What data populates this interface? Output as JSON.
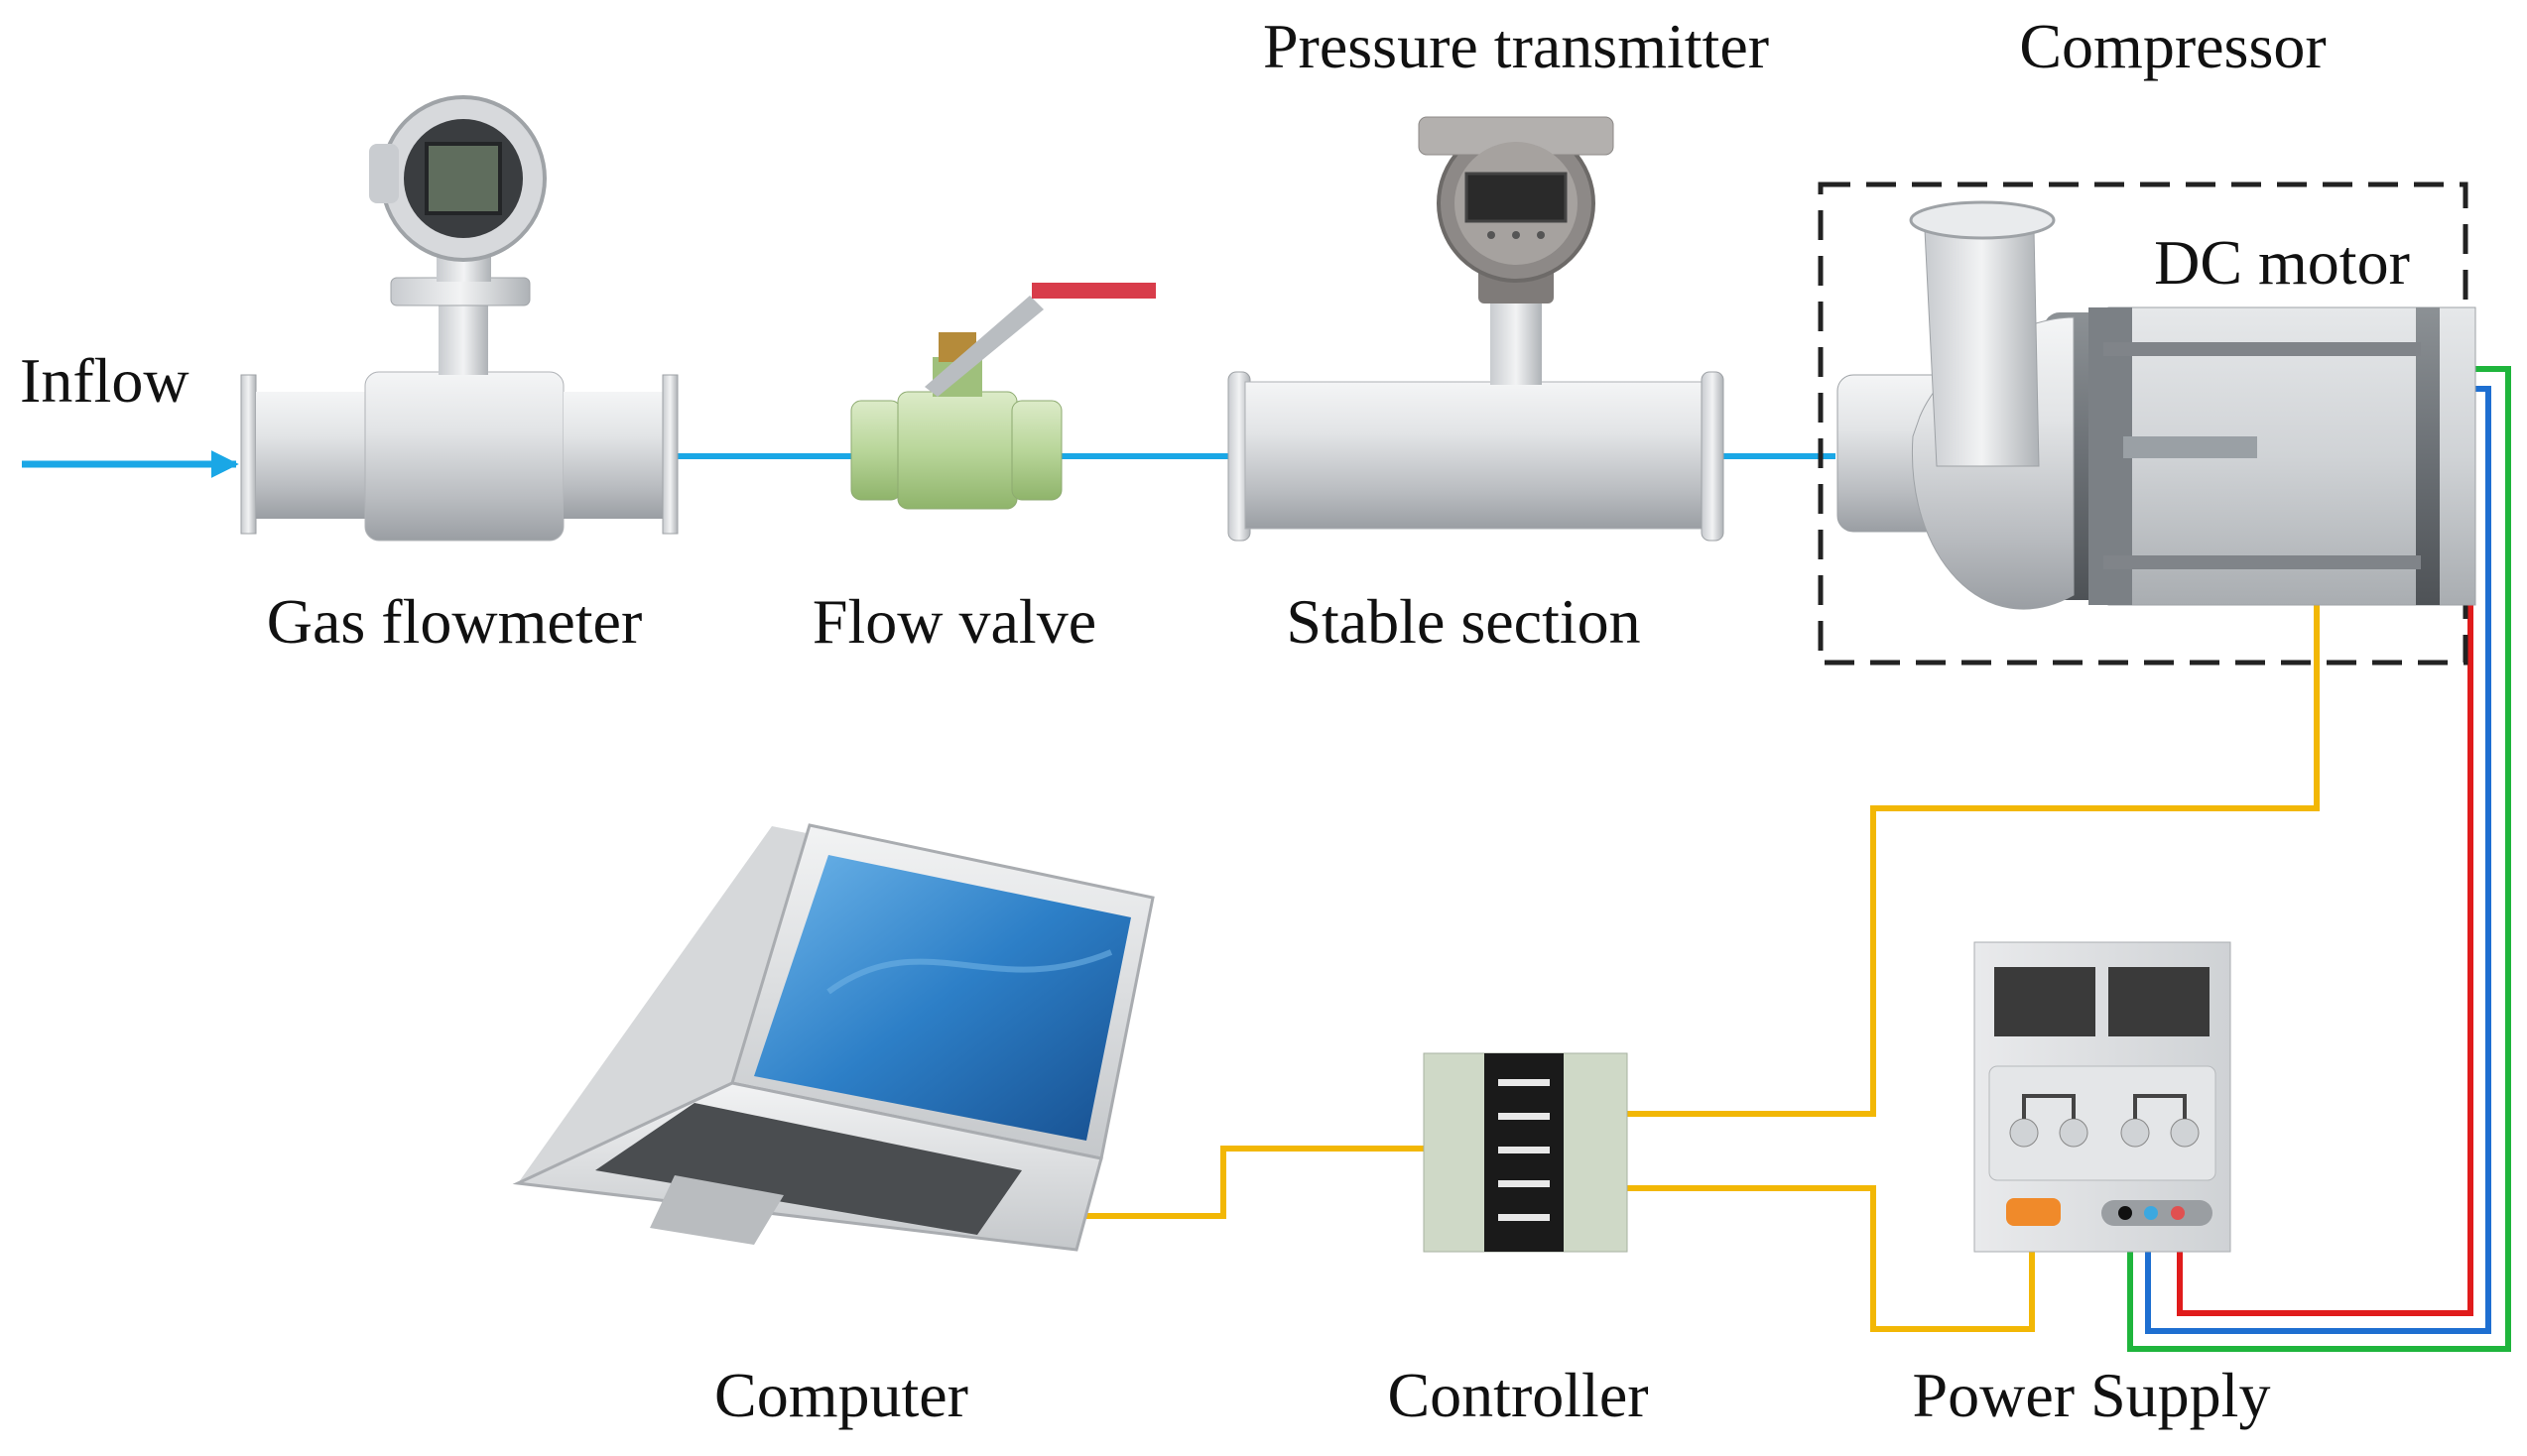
{
  "labels": {
    "inflow": "Inflow",
    "gas_flowmeter": "Gas flowmeter",
    "flow_valve": "Flow valve",
    "pressure_transmitter": "Pressure transmitter",
    "stable_section": "Stable section",
    "compressor": "Compressor",
    "dc_motor": "DC motor",
    "computer": "Computer",
    "controller": "Controller",
    "power_supply": "Power Supply"
  },
  "colors": {
    "flow_line": "#1aa7e6",
    "signal_wire": "#f2b705",
    "wire_red": "#e01b1b",
    "wire_blue": "#1e6fd1",
    "wire_green": "#1fb53c",
    "valve_body": "#b9d69a",
    "valve_handle": "#d83c4a",
    "screen_blue": "#1f6fb8"
  },
  "icons": {
    "gas_flowmeter": "gas-flowmeter-icon",
    "flow_valve": "ball-valve-icon",
    "pressure_transmitter": "pressure-transmitter-icon",
    "stable_section": "pipe-section-icon",
    "compressor": "centrifugal-compressor-icon",
    "computer": "laptop-icon",
    "controller": "controller-icon",
    "power_supply": "power-supply-icon"
  }
}
